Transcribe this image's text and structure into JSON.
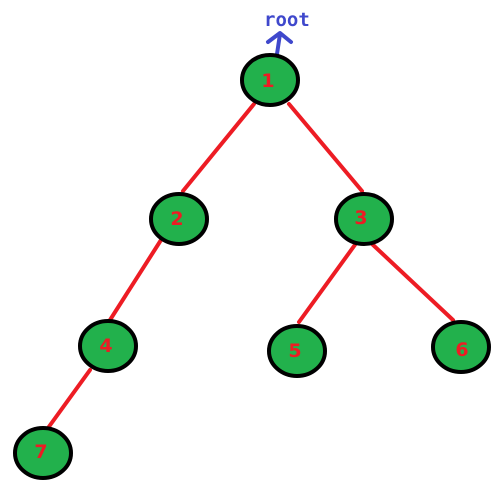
{
  "root_label": "root",
  "colors": {
    "node_fill": "#22b14c",
    "node_stroke": "#000000",
    "edge": "#ed1c24",
    "label": "#ed1c24",
    "root": "#3f48cc"
  },
  "nodes": [
    {
      "id": "n1",
      "label": "1"
    },
    {
      "id": "n2",
      "label": "2"
    },
    {
      "id": "n3",
      "label": "3"
    },
    {
      "id": "n4",
      "label": "4"
    },
    {
      "id": "n5",
      "label": "5"
    },
    {
      "id": "n6",
      "label": "6"
    },
    {
      "id": "n7",
      "label": "7"
    }
  ],
  "edges": [
    {
      "from": "n1",
      "to": "n2"
    },
    {
      "from": "n1",
      "to": "n3"
    },
    {
      "from": "n2",
      "to": "n4"
    },
    {
      "from": "n3",
      "to": "n5"
    },
    {
      "from": "n3",
      "to": "n6"
    },
    {
      "from": "n4",
      "to": "n7"
    }
  ]
}
